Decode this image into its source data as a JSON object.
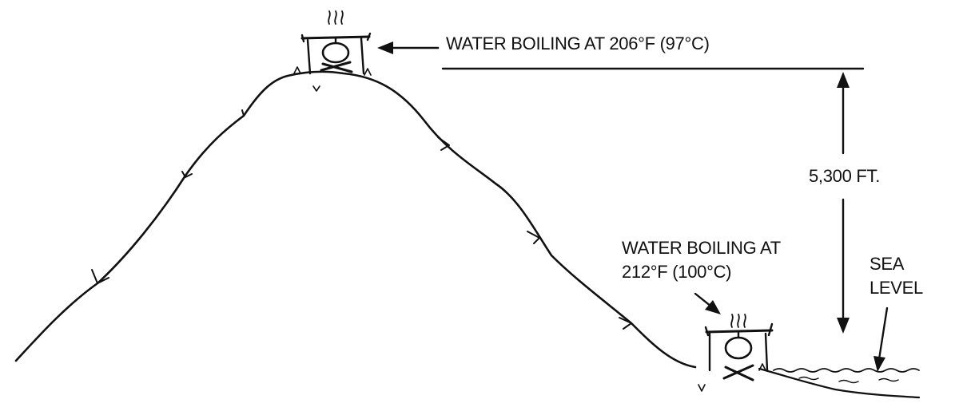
{
  "labels": {
    "top_boil": "WATER BOILING AT 206°F (97°C)",
    "bottom_boil_line1": "WATER BOILING AT",
    "bottom_boil_line2": "212°F (100°C)",
    "altitude": "5,300 FT.",
    "sea_level_line1": "SEA",
    "sea_level_line2": "LEVEL"
  }
}
